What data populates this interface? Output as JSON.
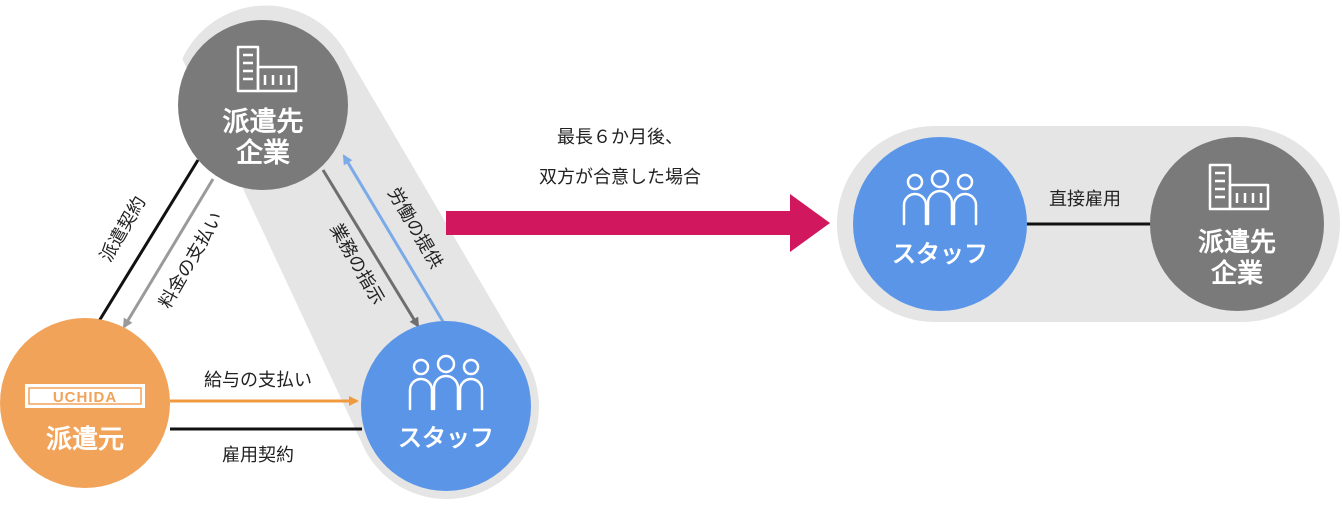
{
  "diagram": {
    "host_company": {
      "line1": "派遣先",
      "line2": "企業",
      "icon": "building-icon"
    },
    "agency": {
      "logo_text": "UCHIDA",
      "name": "派遣元",
      "icon": "uchida-logo"
    },
    "staff": {
      "label": "スタッフ",
      "icon": "people-icon"
    },
    "edges": {
      "dispatch_contract": "派遣契約",
      "fee_payment": "料金の支払い",
      "work_instruction": "業務の指示",
      "labor_provision": "労働の提供",
      "salary_payment": "給与の支払い",
      "employment_contract": "雇用契約"
    },
    "transition": {
      "line1": "最長６か月後、",
      "line2": "双方が合意した場合"
    },
    "after": {
      "staff_label": "スタッフ",
      "relation": "直接雇用",
      "company_line1": "派遣先",
      "company_line2": "企業"
    },
    "colors": {
      "company_gray": "#7a7a7a",
      "agency_orange": "#f2a35a",
      "staff_blue": "#5b95e8",
      "capsule_gray": "#e5e5e5",
      "arrow_magenta": "#d1175e",
      "arrow_gray": "#9a9a9a",
      "arrow_orange": "#ef9a3e",
      "arrow_blue": "#7aaae8"
    }
  }
}
